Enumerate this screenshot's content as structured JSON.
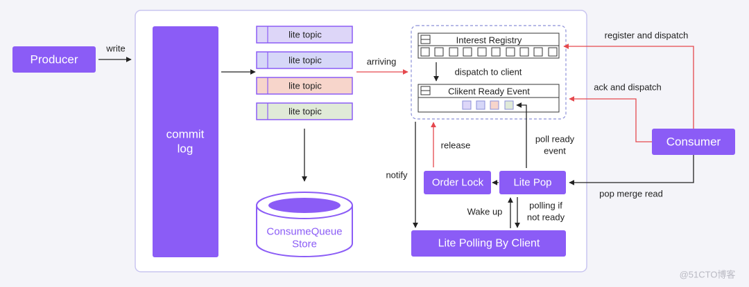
{
  "diagram": {
    "producer": "Producer",
    "commit_log": [
      "commit",
      "log"
    ],
    "lite_topics": [
      "lite topic",
      "lite topic",
      "lite topic",
      "lite topic"
    ],
    "consume_queue_store": [
      "ConsumeQueue",
      "Store"
    ],
    "interest_registry": "Interest Registry",
    "client_ready_event": "Clikent Ready Event",
    "order_lock": "Order Lock",
    "lite_pop": "Lite Pop",
    "lite_polling_by_client": "Lite Polling By Client",
    "consumer": "Consumer"
  },
  "edges": {
    "write": "write",
    "arriving": "arriving",
    "dispatch_to_client": "dispatch to client",
    "release": "release",
    "poll_ready_event": [
      "poll ready",
      "event"
    ],
    "notify": "notify",
    "wake_up": "Wake up",
    "polling_if_not_ready": [
      "polling if",
      "not ready"
    ],
    "register_and_dispatch": "register and dispatch",
    "ack_and_dispatch": "ack and dispatch",
    "pop_merge_read": "pop merge read"
  },
  "colors": {
    "accent": "#8b5cf6",
    "red": "#e5484d",
    "topic_fills": [
      "#ddd6f8",
      "#d6d7f8",
      "#f7d5cb",
      "#e0ead8"
    ]
  },
  "watermark": "@51CTO博客"
}
